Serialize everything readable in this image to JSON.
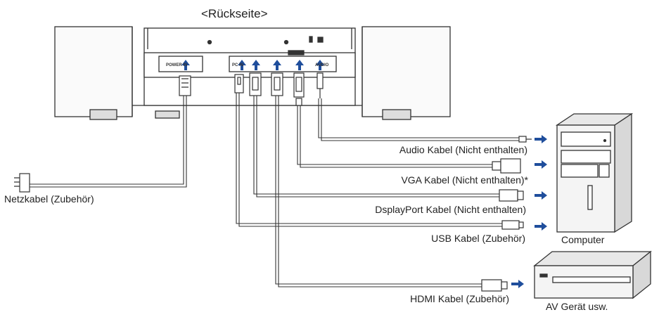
{
  "title": "<Rückseite>",
  "port_labels": {
    "power": "POWER IN",
    "pc_in": "PC IN",
    "audio": "AUDIO"
  },
  "cables": {
    "power": "Netzkabel (Zubehör)",
    "audio": "Audio Kabel (Nicht enthalten)",
    "vga": "VGA Kabel (Nicht enthalten)*",
    "displayport": "DsplayPort Kabel (Nicht enthalten)",
    "usb": "USB Kabel (Zubehör)",
    "hdmi": "HDMI Kabel (Zubehör)"
  },
  "devices": {
    "computer": "Computer",
    "av": "AV Gerät usw."
  },
  "colors": {
    "arrow": "#1f4e9c",
    "line": "#333333",
    "device_fill": "#f4f4f4"
  }
}
